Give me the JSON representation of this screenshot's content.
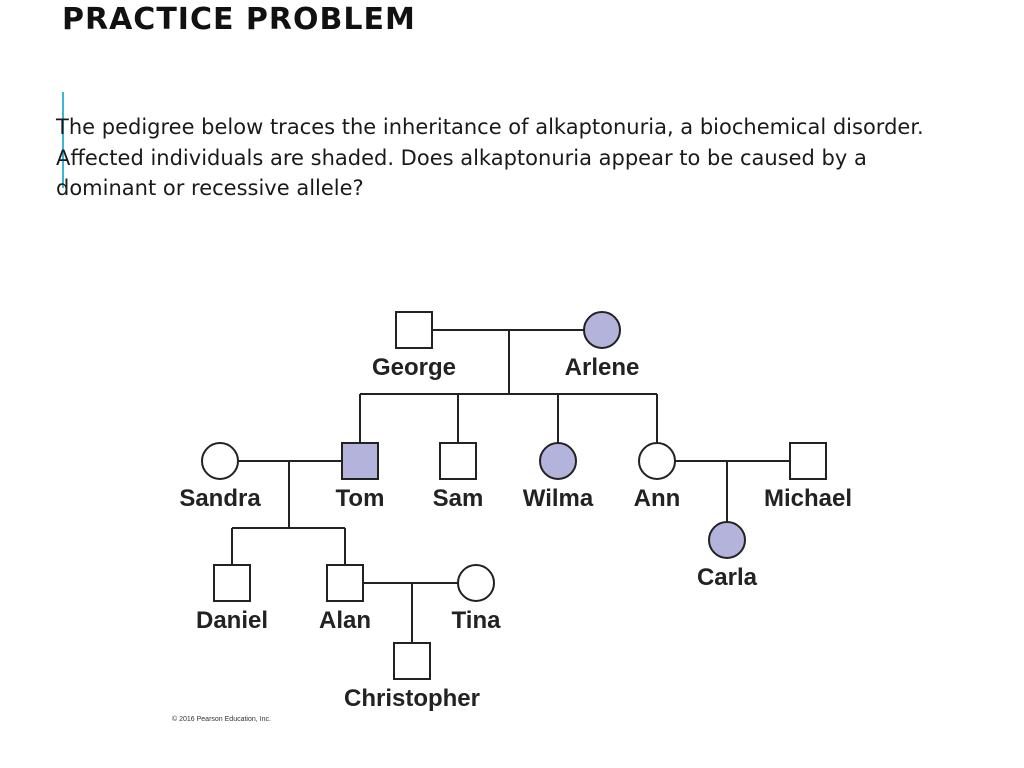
{
  "slide": {
    "title": "PRACTICE PROBLEM",
    "question": "The pedigree below traces the inheritance of alkaptonuria, a biochemical disorder. Affected individuals are shaded. Does alkaptonuria appear to be caused by a dominant or recessive allele?",
    "copyright": "© 2016 Pearson Education, Inc."
  },
  "pedigree": {
    "colors": {
      "affected": "#b3b3dc",
      "unaffected": "#ffffff",
      "line": "#222222"
    },
    "individuals": [
      {
        "id": "george",
        "name": "George",
        "sex": "male",
        "affected": false
      },
      {
        "id": "arlene",
        "name": "Arlene",
        "sex": "female",
        "affected": true
      },
      {
        "id": "sandra",
        "name": "Sandra",
        "sex": "female",
        "affected": false
      },
      {
        "id": "tom",
        "name": "Tom",
        "sex": "male",
        "affected": true
      },
      {
        "id": "sam",
        "name": "Sam",
        "sex": "male",
        "affected": false
      },
      {
        "id": "wilma",
        "name": "Wilma",
        "sex": "female",
        "affected": true
      },
      {
        "id": "ann",
        "name": "Ann",
        "sex": "female",
        "affected": false
      },
      {
        "id": "michael",
        "name": "Michael",
        "sex": "male",
        "affected": false
      },
      {
        "id": "daniel",
        "name": "Daniel",
        "sex": "male",
        "affected": false
      },
      {
        "id": "alan",
        "name": "Alan",
        "sex": "male",
        "affected": false
      },
      {
        "id": "tina",
        "name": "Tina",
        "sex": "female",
        "affected": false
      },
      {
        "id": "carla",
        "name": "Carla",
        "sex": "female",
        "affected": true
      },
      {
        "id": "christopher",
        "name": "Christopher",
        "sex": "male",
        "affected": false
      }
    ],
    "unions": [
      {
        "partners": [
          "george",
          "arlene"
        ],
        "children": [
          "tom",
          "sam",
          "wilma",
          "ann"
        ]
      },
      {
        "partners": [
          "sandra",
          "tom"
        ],
        "children": [
          "daniel",
          "alan"
        ]
      },
      {
        "partners": [
          "ann",
          "michael"
        ],
        "children": [
          "carla"
        ]
      },
      {
        "partners": [
          "alan",
          "tina"
        ],
        "children": [
          "christopher"
        ]
      }
    ]
  }
}
